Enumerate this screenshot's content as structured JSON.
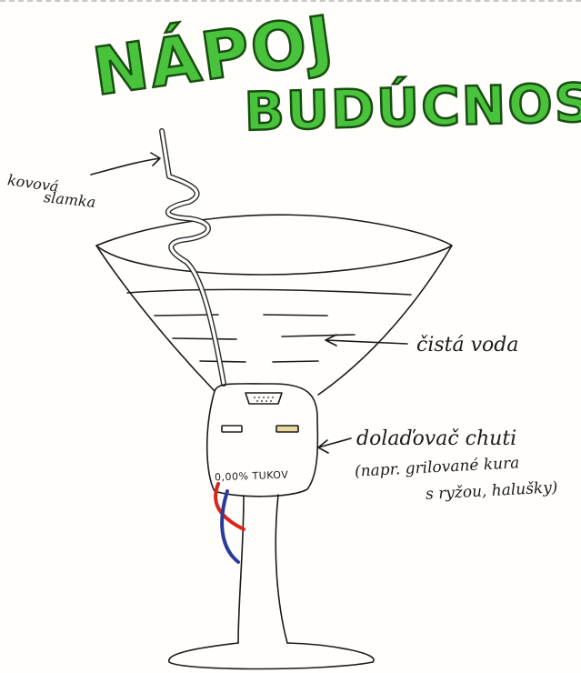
{
  "title": {
    "line1": "NÁPOJ",
    "line2": "BUDÚCNOSTI"
  },
  "labels": {
    "straw_line1": "kovová",
    "straw_line2": "slamka",
    "water": "čistá voda",
    "flavor": "dolaďovač chuti",
    "flavor_note_line1": "(napr. grilované kura",
    "flavor_note_line2": "s ryžou, halušky)"
  },
  "device": {
    "text": "0,00% TUKOV"
  },
  "colors": {
    "title_fill": "#49c23c",
    "title_outline": "#184d12",
    "ink": "#1b1b1b",
    "wire_red": "#d8261c",
    "wire_blue": "#2b3b9c",
    "slot_yellow": "#e8d9a0"
  }
}
